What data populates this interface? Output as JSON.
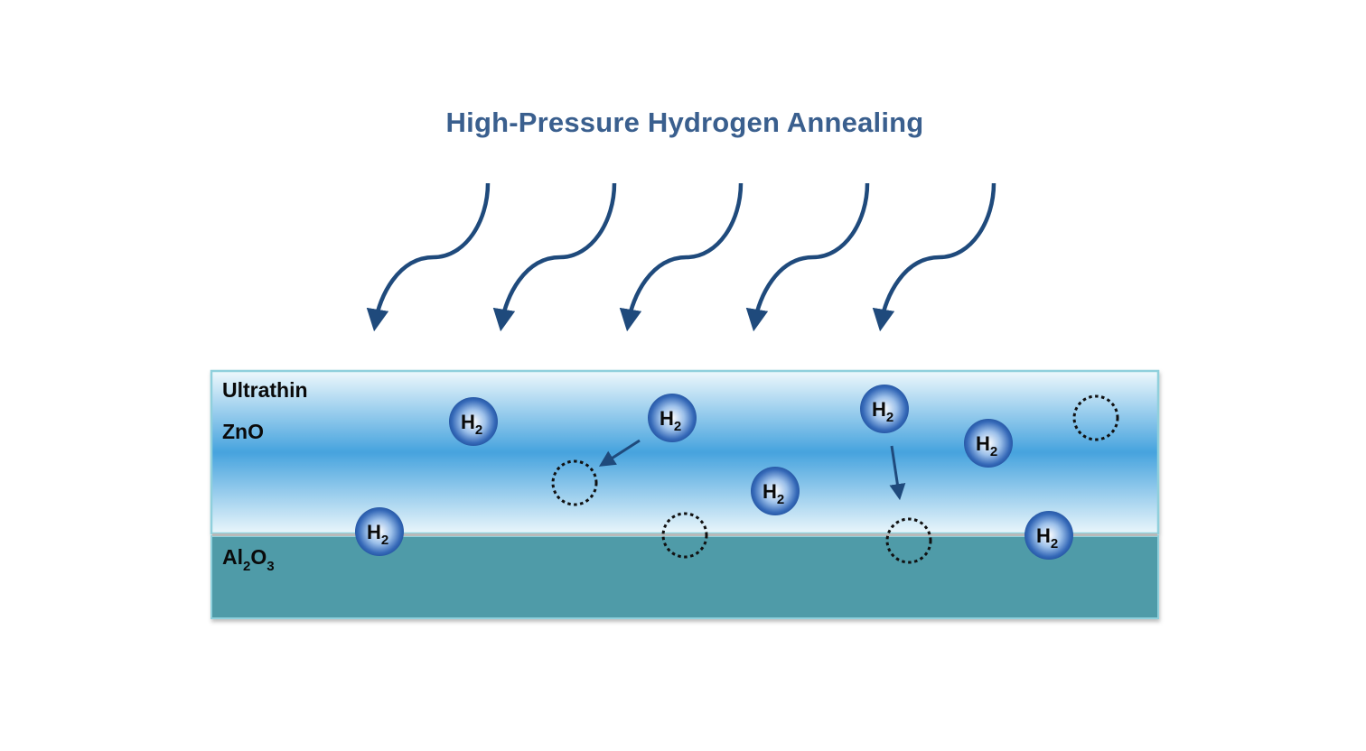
{
  "title": "High-Pressure Hydrogen Annealing",
  "layers": {
    "zno_line1": "Ultrathin",
    "zno_line2": "ZnO",
    "al2o3_main_1": "Al",
    "al2o3_sub_1": "2",
    "al2o3_main_2": "O",
    "al2o3_sub_2": "3"
  },
  "molecule": {
    "symbol": "H",
    "subscript": "2"
  },
  "colors": {
    "title": "#3a5f8e",
    "arrow": "#1f4a7c",
    "zno_center": "#4aa6df",
    "zno_edge": "#e6f4fb",
    "al2o3": "#4f9ba8",
    "border": "#8fd0dc",
    "h2_core": "#2b5fb0"
  }
}
